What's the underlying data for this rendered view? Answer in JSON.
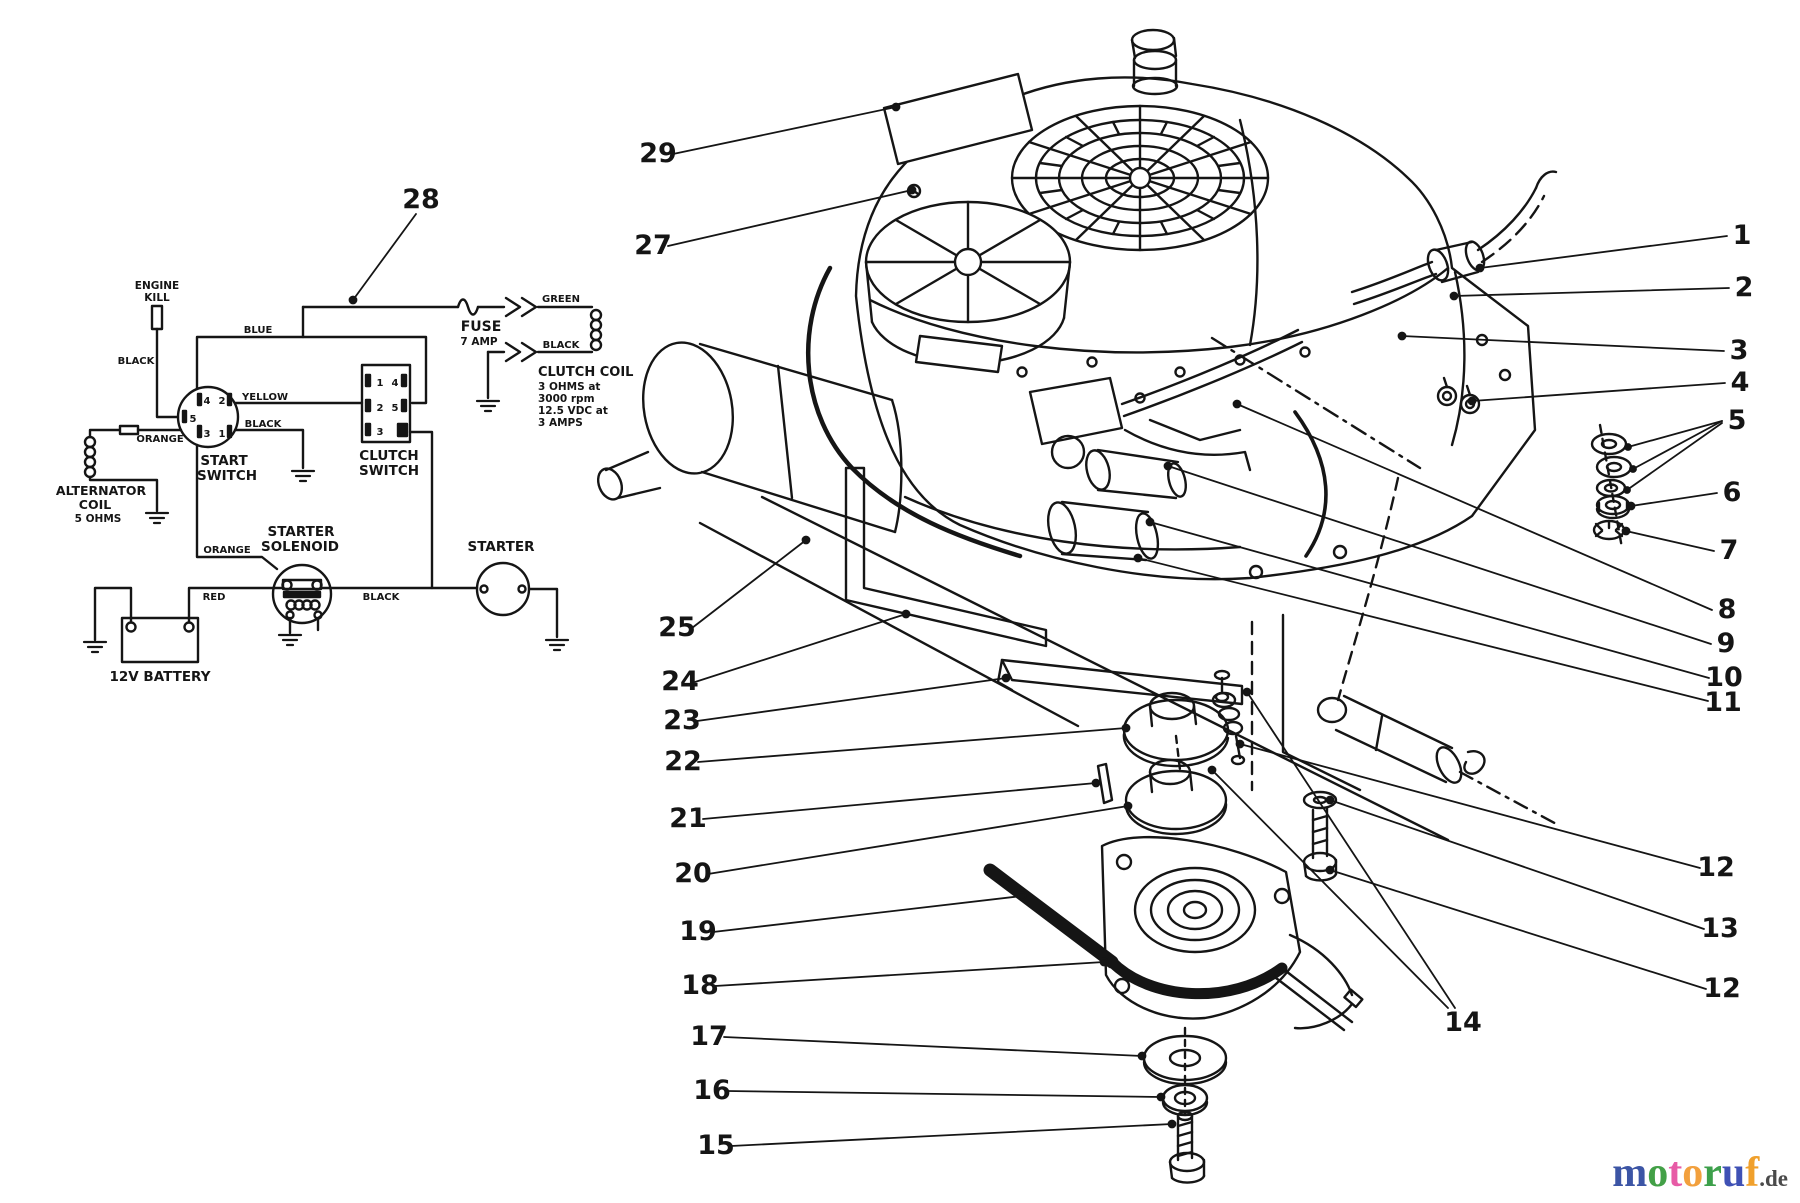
{
  "page": {
    "background": "#ffffff",
    "ink": "#151515"
  },
  "wiring_diagram": {
    "components": {
      "engine_kill": {
        "line1": "ENGINE",
        "line2": "KILL"
      },
      "fuse": {
        "line1": "FUSE",
        "line2": "7 AMP"
      },
      "clutch_coil": {
        "line1": "CLUTCH COIL",
        "line2": "3 OHMS at",
        "line3": "3000 rpm",
        "line4": "12.5 VDC at",
        "line5": "3 AMPS"
      },
      "start_switch": {
        "line1": "START",
        "line2": "SWITCH",
        "pins": {
          "p4": "4",
          "p2": "2",
          "p5": "5",
          "p3": "3",
          "p1": "1"
        }
      },
      "clutch_switch": {
        "line1": "CLUTCH",
        "line2": "SWITCH",
        "pins": {
          "p1": "1",
          "p2": "2",
          "p3": "3",
          "p4": "4",
          "p5": "5"
        }
      },
      "alternator_coil": {
        "line1": "ALTERNATOR",
        "line2": "COIL",
        "line3": "5 OHMS"
      },
      "starter_solenoid": {
        "line1": "STARTER",
        "line2": "SOLENOID"
      },
      "starter": {
        "label": "STARTER"
      },
      "battery": {
        "label": "12V BATTERY"
      }
    },
    "wire_labels": {
      "blue": "BLUE",
      "black_kill": "BLACK",
      "yellow": "YELLOW",
      "black_switch_ground": "BLACK",
      "orange_alternator": "ORANGE",
      "orange_solenoid": "ORANGE",
      "red_battery": "RED",
      "black_starter": "BLACK",
      "green_coil": "GREEN",
      "black_coil": "BLACK"
    }
  },
  "callouts": {
    "left": {
      "c29": "29",
      "c28": "28",
      "c27": "27",
      "c25": "25",
      "c24": "24",
      "c23": "23",
      "c22": "22",
      "c21": "21",
      "c20": "20",
      "c19": "19",
      "c18": "18",
      "c17": "17",
      "c16": "16",
      "c15": "15"
    },
    "right": {
      "c1": "1",
      "c2": "2",
      "c3": "3",
      "c4": "4",
      "c5": "5",
      "c6": "6",
      "c7": "7",
      "c8": "8",
      "c9": "9",
      "c10": "10",
      "c11": "11",
      "c12a": "12",
      "c13": "13",
      "c12b": "12",
      "c14": "14"
    }
  },
  "watermark": {
    "letters": [
      {
        "ch": "m",
        "color": "#3c55a5"
      },
      {
        "ch": "o",
        "color": "#43a047"
      },
      {
        "ch": "t",
        "color": "#e75ba6"
      },
      {
        "ch": "o",
        "color": "#f2a03d"
      },
      {
        "ch": "r",
        "color": "#3da04b"
      },
      {
        "ch": "u",
        "color": "#3f51b5"
      },
      {
        "ch": "f",
        "color": "#f0a02c"
      }
    ],
    "suffix": ".de"
  }
}
